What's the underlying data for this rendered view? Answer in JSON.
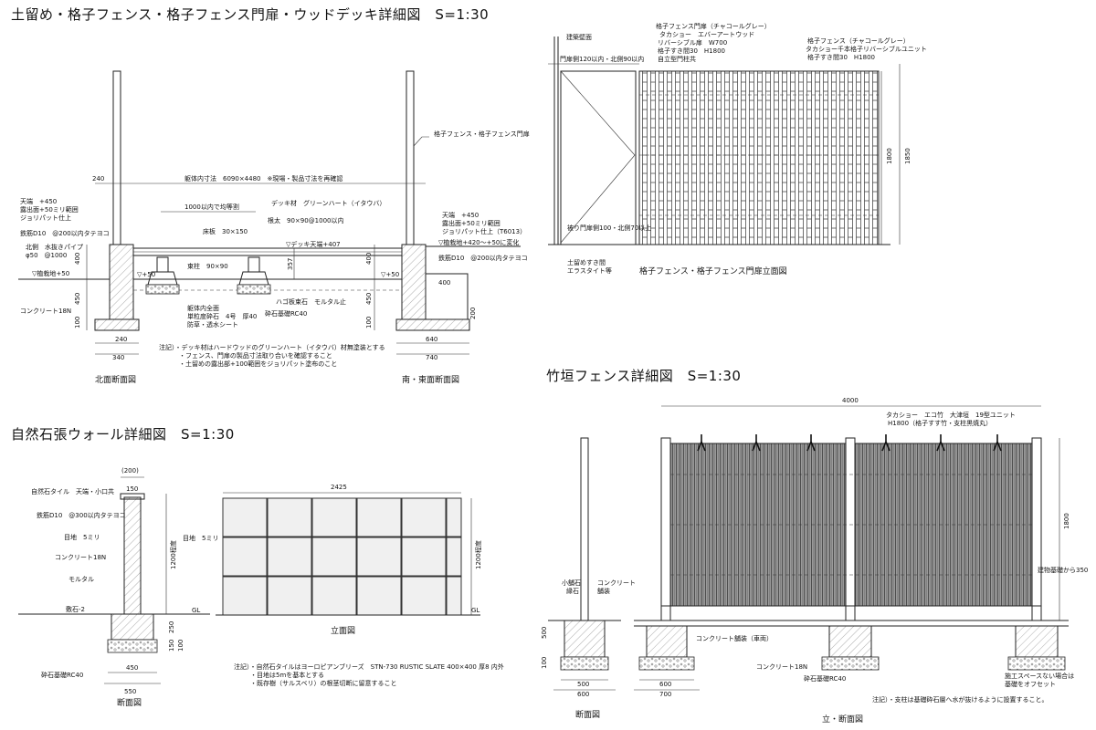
{
  "titles": {
    "main": "土留め・格子フェンス・格子フェンス門扉・ウッドデッキ詳細図　S=1:30",
    "bamboo": "竹垣フェンス詳細図　S=1:30",
    "stone": "自然石張ウォール詳細図　S=1:30"
  },
  "deck": {
    "captions": {
      "north": "北面断面図",
      "south_east": "南・東面断面図"
    },
    "labels": {
      "fence_gate": "格子フェンス・格子フェンス門扉",
      "frame_dims": "躯体内寸法　6090×4480　※現場・製品寸法を再確認",
      "deck_material": "デッキ材　グリーンハート（イタウバ）",
      "pitch": "1000以内で均等割",
      "joist": "根太　90×90@1000以内",
      "floor": "床板　30×150",
      "deck_top": "▽デッキ天端+407",
      "beam": "束柱　90×90",
      "hagi": "ハゴ板束石　モルタル止",
      "gravel_base": "砕石基礎RC40",
      "frame_inner_1": "躯体内全面",
      "frame_inner_2": "単粒度砕石　4号　厚40",
      "frame_inner_3": "防草・透水シート",
      "left_1": "天端　+450",
      "left_2": "露出面+50ミリ範囲",
      "left_3": "ジョリパット仕上",
      "left_rebar": "鉄筋D10　@200以内タテヨコ",
      "left_pipe_1": "北側　水抜きパイプ",
      "left_pipe_2": "φ50　@1000",
      "left_ground": "▽植栽地+50",
      "left_concrete": "コンクリート18N",
      "plus50": "▽+50",
      "plus50b": "▽+50",
      "right_1": "天端　+450",
      "right_2": "露出面+50ミリ範囲",
      "right_3": "ジョリパット仕上（T6013）",
      "right_4": "▽植栽地+420～+50に変化",
      "right_rebar": "鉄筋D10　@200以内タテヨコ",
      "notes_1": "注記）・デッキ材はハードウッドのグリーンハート（イタウバ）材無塗装とする",
      "notes_2": "・フェンス、門扉の製品寸法取り合いを確認すること",
      "notes_3": "・土留めの露出部+100範囲をジョリパット塗布のこと"
    },
    "dims": {
      "d240a": "240",
      "d240b": "240",
      "d340": "340",
      "d400": "400",
      "d450": "450",
      "d100": "100",
      "d357": "357",
      "d400r": "400",
      "d450r": "450",
      "d100r": "100",
      "d400s": "400",
      "d200": "200",
      "d640": "640",
      "d740": "740"
    }
  },
  "gate": {
    "caption": "格子フェンス・格子フェンス門扉立面図",
    "labels": {
      "wall": "建築壁面",
      "gate_gap": "門扉側120以内・北側90以内",
      "gate_1": "格子フェンス門扉（チャコールグレー）",
      "gate_2": "タカショー　エバーアートウッド",
      "gate_3": "リバーシブル扉　W700",
      "gate_4": "格子すき間30　H1800",
      "gate_5": "自立型門柱共",
      "fence_1": "格子フェンス（チャコールグレー）",
      "fence_2": "タカショー千本格子リバーシブルユニット",
      "fence_3": "格子すき間30　H1800",
      "bottom_gap": "被り門扉側100・北側70以上",
      "sealant_1": "土留めすき間",
      "sealant_2": "エラスタイト等",
      "d1800": "1800",
      "d1850": "1850"
    }
  },
  "stone": {
    "caption_section": "断面図",
    "caption_elev": "立面図",
    "labels": {
      "tile": "自然石タイル　天端・小口共",
      "rebar": "鉄筋D10　@300以内タテヨコ",
      "joint": "目地　5ミリ",
      "concrete": "コンクリート18N",
      "mortar": "モルタル",
      "edge": "敷石-2",
      "gl": "GL",
      "gl2": "GL",
      "gravel": "砕石基礎RC40",
      "joint_elev": "目地　5ミリ",
      "h1200": "1200程度",
      "h1200b": "1200程度",
      "d200p": "(200)",
      "d150": "150",
      "d250": "250",
      "d100": "100",
      "d150b": "150",
      "d450": "450",
      "d550": "550",
      "d2425": "2425",
      "notes_1": "注記）・自然石タイルはヨーロピアンブリーズ　STN-730 RUSTIC SLATE 400×400 厚8 内外",
      "notes_2": "・目地は5mを基本とする",
      "notes_3": "・既存樹（サルスベリ）の根茎切断に留意すること"
    }
  },
  "bamboo": {
    "caption_section": "断面図",
    "caption_elev": "立・断面図",
    "labels": {
      "product_1": "タカショー　エコ竹　大津垣　19型ユニット",
      "product_2": "H1800（格子すす竹・支柱黒焼丸）",
      "d4000": "4000",
      "d1800": "1800",
      "small_stone_1": "小舗石",
      "small_stone_2": "縁石",
      "concrete_1": "コンクリート",
      "concrete_2": "舗装",
      "concrete_paving": "コンクリート舗装（車両）",
      "concrete_18n": "コンクリート18N",
      "gravel": "砕石基礎RC40",
      "from_base": "建物基礎から350",
      "gap_1": "施工スペースない場合は",
      "gap_2": "基礎をオフセット",
      "note": "注記）・支柱は基礎砕石層へ水が抜けるように設置すること。",
      "d500": "500",
      "d100": "100",
      "d500b": "500",
      "d600": "600",
      "d600b": "600",
      "d700": "700"
    }
  }
}
